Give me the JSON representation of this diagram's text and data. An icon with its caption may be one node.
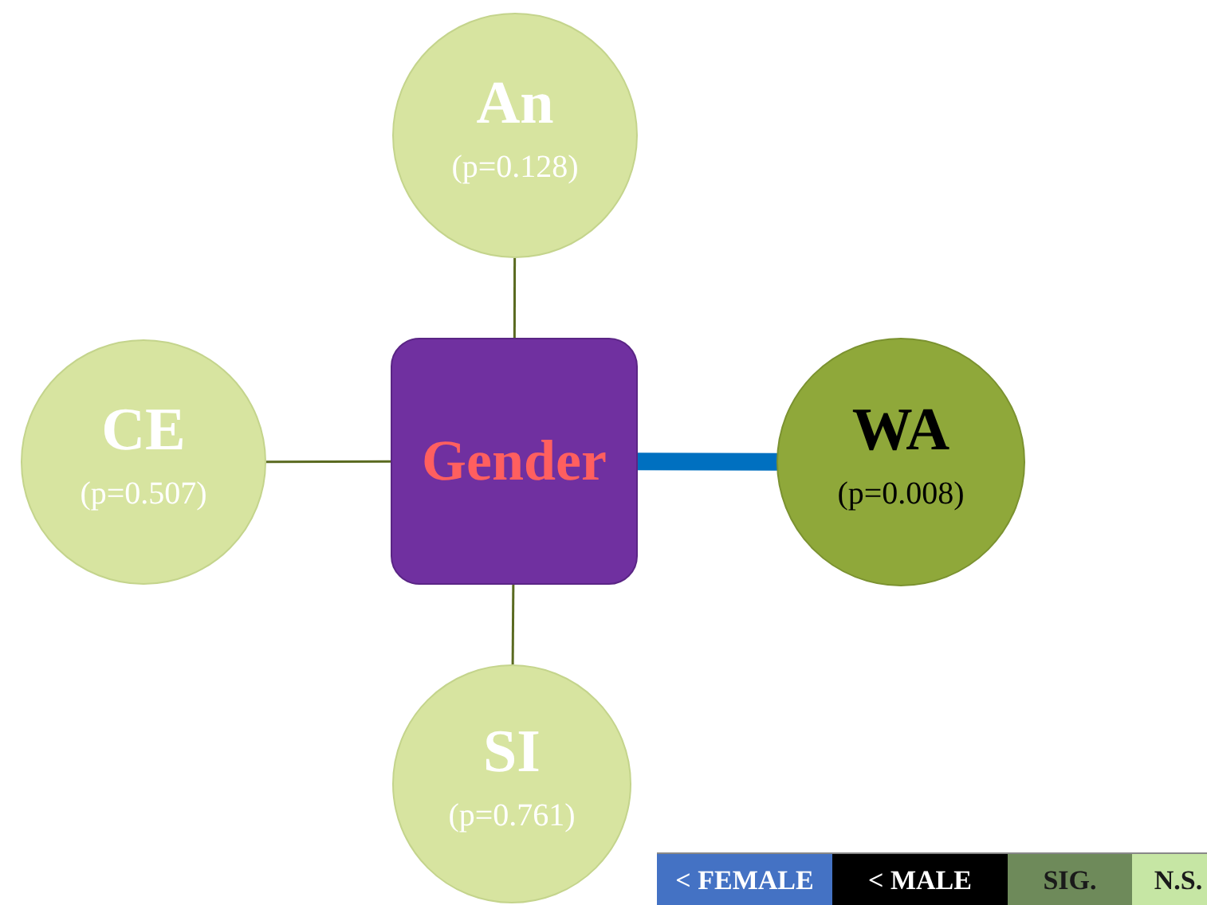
{
  "diagram": {
    "nodes": [
      {
        "text": [
          "Gender"
        ]
      },
      {
        "text": [
          "An",
          "(p=0.128)"
        ]
      },
      {
        "text": [
          "CE",
          "(p=0.507)"
        ]
      },
      {
        "text": [
          "WA",
          "(p=0.008)"
        ]
      },
      {
        "text": [
          "SI",
          "(p=0.761)"
        ]
      }
    ],
    "edges": [
      {
        "from": 0,
        "to": 1,
        "arrow": "none"
      },
      {
        "from": 0,
        "to": 2,
        "arrow": "none"
      },
      {
        "from": 0,
        "to": 3,
        "arrow": "none",
        "style": "thick",
        "color": "#0070c0"
      },
      {
        "from": 0,
        "to": 4,
        "arrow": "none"
      }
    ],
    "legend": [
      {
        "text": "< FEMALE",
        "color": "#4472c4"
      },
      {
        "text": "< MALE",
        "color": "#000000"
      },
      {
        "text": "SIG.",
        "color": "#6e8a5a"
      },
      {
        "text": "N.S.",
        "color": "#c6e6a4"
      }
    ]
  }
}
